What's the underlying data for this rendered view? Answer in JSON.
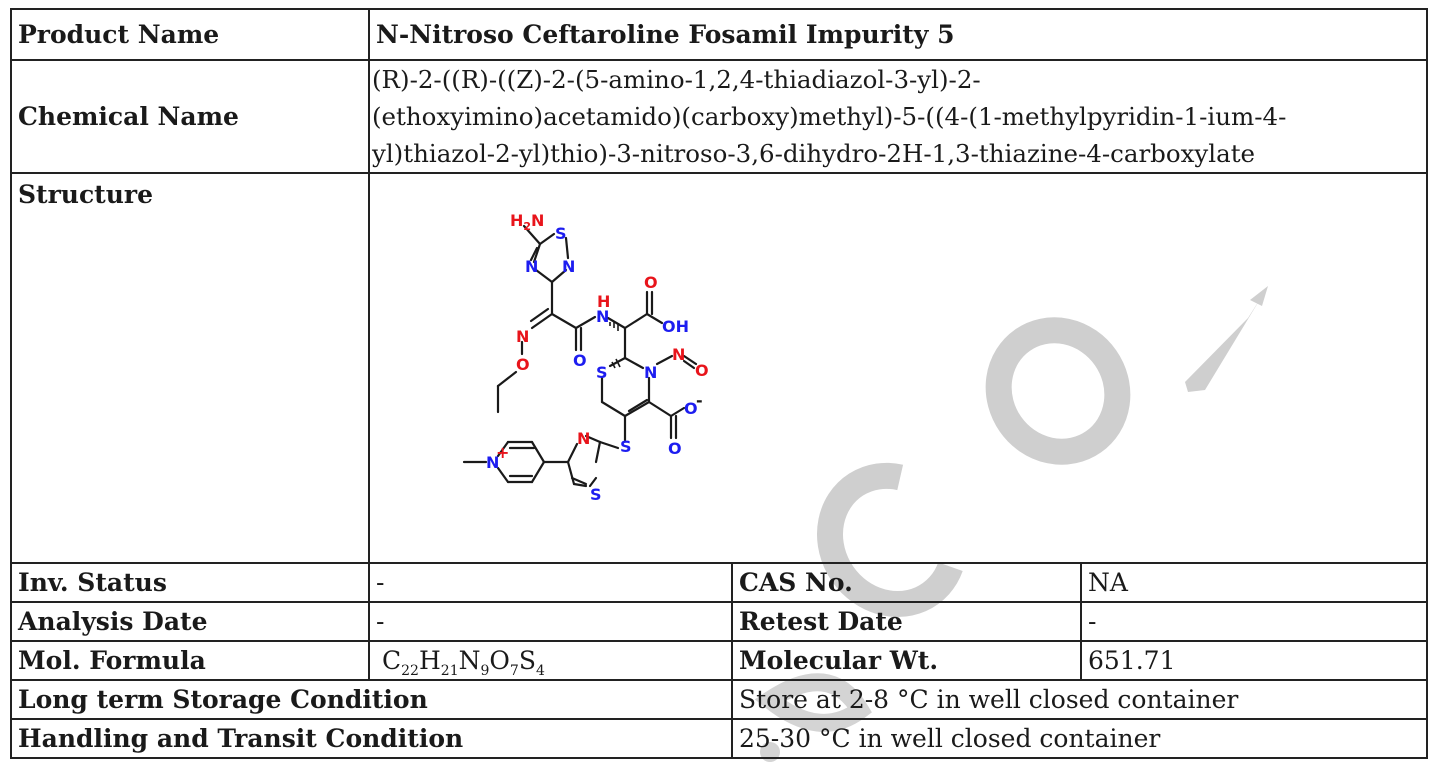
{
  "watermark": {
    "text": "C O A",
    "color": "#c8c8c8"
  },
  "rows": {
    "product_name": {
      "label": "Product Name",
      "value": "N-Nitroso Ceftaroline Fosamil Impurity 5"
    },
    "chemical_name": {
      "label": "Chemical Name",
      "lines": [
        "(R)-2-((R)-((Z)-2-(5-amino-1,2,4-thiadiazol-3-yl)-2-",
        "(ethoxyimino)acetamido)(carboxy)methyl)-5-((4-(1-methylpyridin-1-ium-4-",
        "yl)thiazol-2-yl)thio)-3-nitroso-3,6-dihydro-2H-1,3-thiazine-4-carboxylate"
      ]
    },
    "structure": {
      "label": "Structure",
      "atoms": {
        "h2n": "H",
        "h2n_sub": "2",
        "h2n_n": "N",
        "s_thiadiazole": "S",
        "n1_thiadiazole": "N",
        "n2_thiadiazole": "N",
        "n_oxime": "N",
        "o_oxime": "O",
        "o_amide": "O",
        "nh": "N",
        "nh_h": "H",
        "o_acid": "O",
        "oh": "OH",
        "s_ring": "S",
        "n_ring": "N",
        "n_nitroso": "N",
        "o_nitroso": "O",
        "o_carboxylate": "O",
        "o_minus": "-",
        "o_carboxylate2": "O",
        "s_thio": "S",
        "n_thiazole": "N",
        "s_thiazole": "S",
        "n_pyridinium": "N",
        "plus": "+"
      },
      "colors": {
        "red": "#e8141b",
        "blue": "#1d1df0",
        "black": "#1a1a1a"
      }
    },
    "inv_status": {
      "label": "Inv. Status",
      "value": "-"
    },
    "cas_no": {
      "label": "CAS No.",
      "value": "NA"
    },
    "analysis_date": {
      "label": "Analysis Date",
      "value": "-"
    },
    "retest_date": {
      "label": "Retest Date",
      "value": "-"
    },
    "mol_formula": {
      "label": "Mol. Formula",
      "parts": [
        {
          "el": "C",
          "n": "22"
        },
        {
          "el": "H",
          "n": "21"
        },
        {
          "el": "N",
          "n": "9"
        },
        {
          "el": "O",
          "n": "7"
        },
        {
          "el": "S",
          "n": "4"
        }
      ]
    },
    "molecular_wt": {
      "label": "Molecular Wt.",
      "value": "651.71"
    },
    "storage": {
      "label": "Long term Storage Condition",
      "value": "Store at 2-8 °C in well closed container"
    },
    "handling": {
      "label": "Handling and Transit Condition",
      "value": "25-30 °C in well closed container"
    }
  }
}
